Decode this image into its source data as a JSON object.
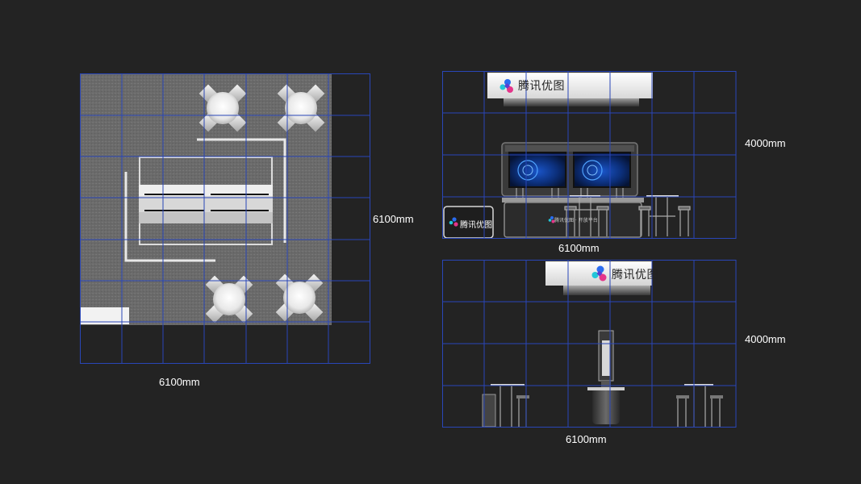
{
  "plan_view": {
    "width_label": "6100mm",
    "depth_label": "6100mm"
  },
  "front_elevation": {
    "width_label": "6100mm",
    "height_label": "4000mm",
    "header_brand": "腾讯优图",
    "counter_brand": "腾讯优图",
    "counter_slogan": "腾讯优图 · 开放平台"
  },
  "side_elevation": {
    "width_label": "6100mm",
    "height_label": "4000mm",
    "header_brand": "腾讯优图"
  },
  "colors": {
    "background": "#232323",
    "grid": "#2946b8",
    "carpet": "#6e6e6e",
    "logo_blue": "#2a6cf0",
    "logo_cyan": "#22c6d8",
    "logo_pink": "#e4358a"
  }
}
